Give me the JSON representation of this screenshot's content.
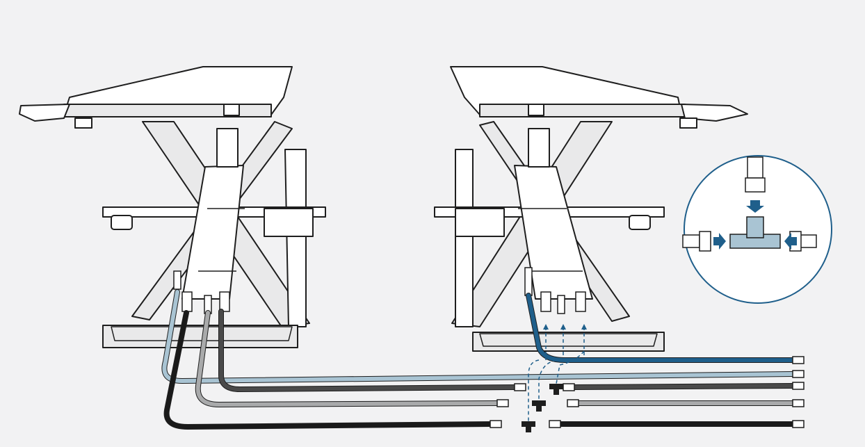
{
  "figure": {
    "description_visible_text": "",
    "colors": {
      "background": "#f2f2f3",
      "accent_blue": "#1f5f8b",
      "light_blue": "#a9c4d3",
      "hose_black": "#1a1a1a",
      "hose_dark_gray": "#4a4a4a",
      "hose_gray": "#a9aaab",
      "callout_fill": "#ffffff"
    },
    "icons": [
      "scissor-lift-left",
      "scissor-lift-right",
      "hose",
      "tee-fitting",
      "arrow"
    ]
  }
}
